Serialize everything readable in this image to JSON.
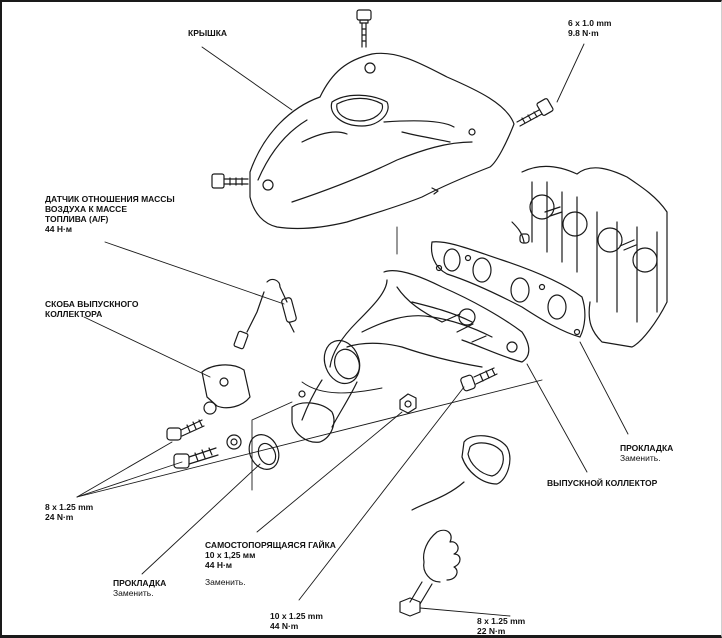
{
  "diagram": {
    "title": "Exhaust manifold exploded view",
    "colors": {
      "ink": "#1a1a1a",
      "background": "#ffffff"
    },
    "labels": {
      "cover": {
        "name": "КРЫШКА"
      },
      "top_right_bolt": {
        "size": "6 x 1.0 mm",
        "torque": "9.8 N·m"
      },
      "af_sensor": {
        "line1": "ДАТЧИК ОТНОШЕНИЯ МАССЫ",
        "line2": "ВОЗДУХА К МАССЕ",
        "line3": "ТОПЛИВА (A/F)",
        "torque": "44 Н·м"
      },
      "bracket": {
        "line1": "СКОБА ВЫПУСКНОГО",
        "line2": "КОЛЛЕКТОРА"
      },
      "bracket_bolts": {
        "size": "8 x 1.25 mm",
        "torque": "24 N·m"
      },
      "self_locking_nut": {
        "name": "САМОСТОПОРЯЩАЯСЯ ГАЙКА",
        "size": "10 x 1,25 мм",
        "torque": "44 Н·м",
        "note": "Заменить."
      },
      "gasket_left": {
        "name": "ПРОКЛАДКА",
        "note": "Заменить."
      },
      "stud_bolt": {
        "size": "10 x 1.25 mm",
        "torque": "44 N·m"
      },
      "spring_bolt": {
        "size": "8 x 1.25 mm",
        "torque": "22 N·m"
      },
      "gasket_right": {
        "name": "ПРОКЛАДКА",
        "note": "Заменить."
      },
      "exhaust_manifold": {
        "name": "ВЫПУСКНОЙ КОЛЛЕКТОР"
      }
    }
  }
}
